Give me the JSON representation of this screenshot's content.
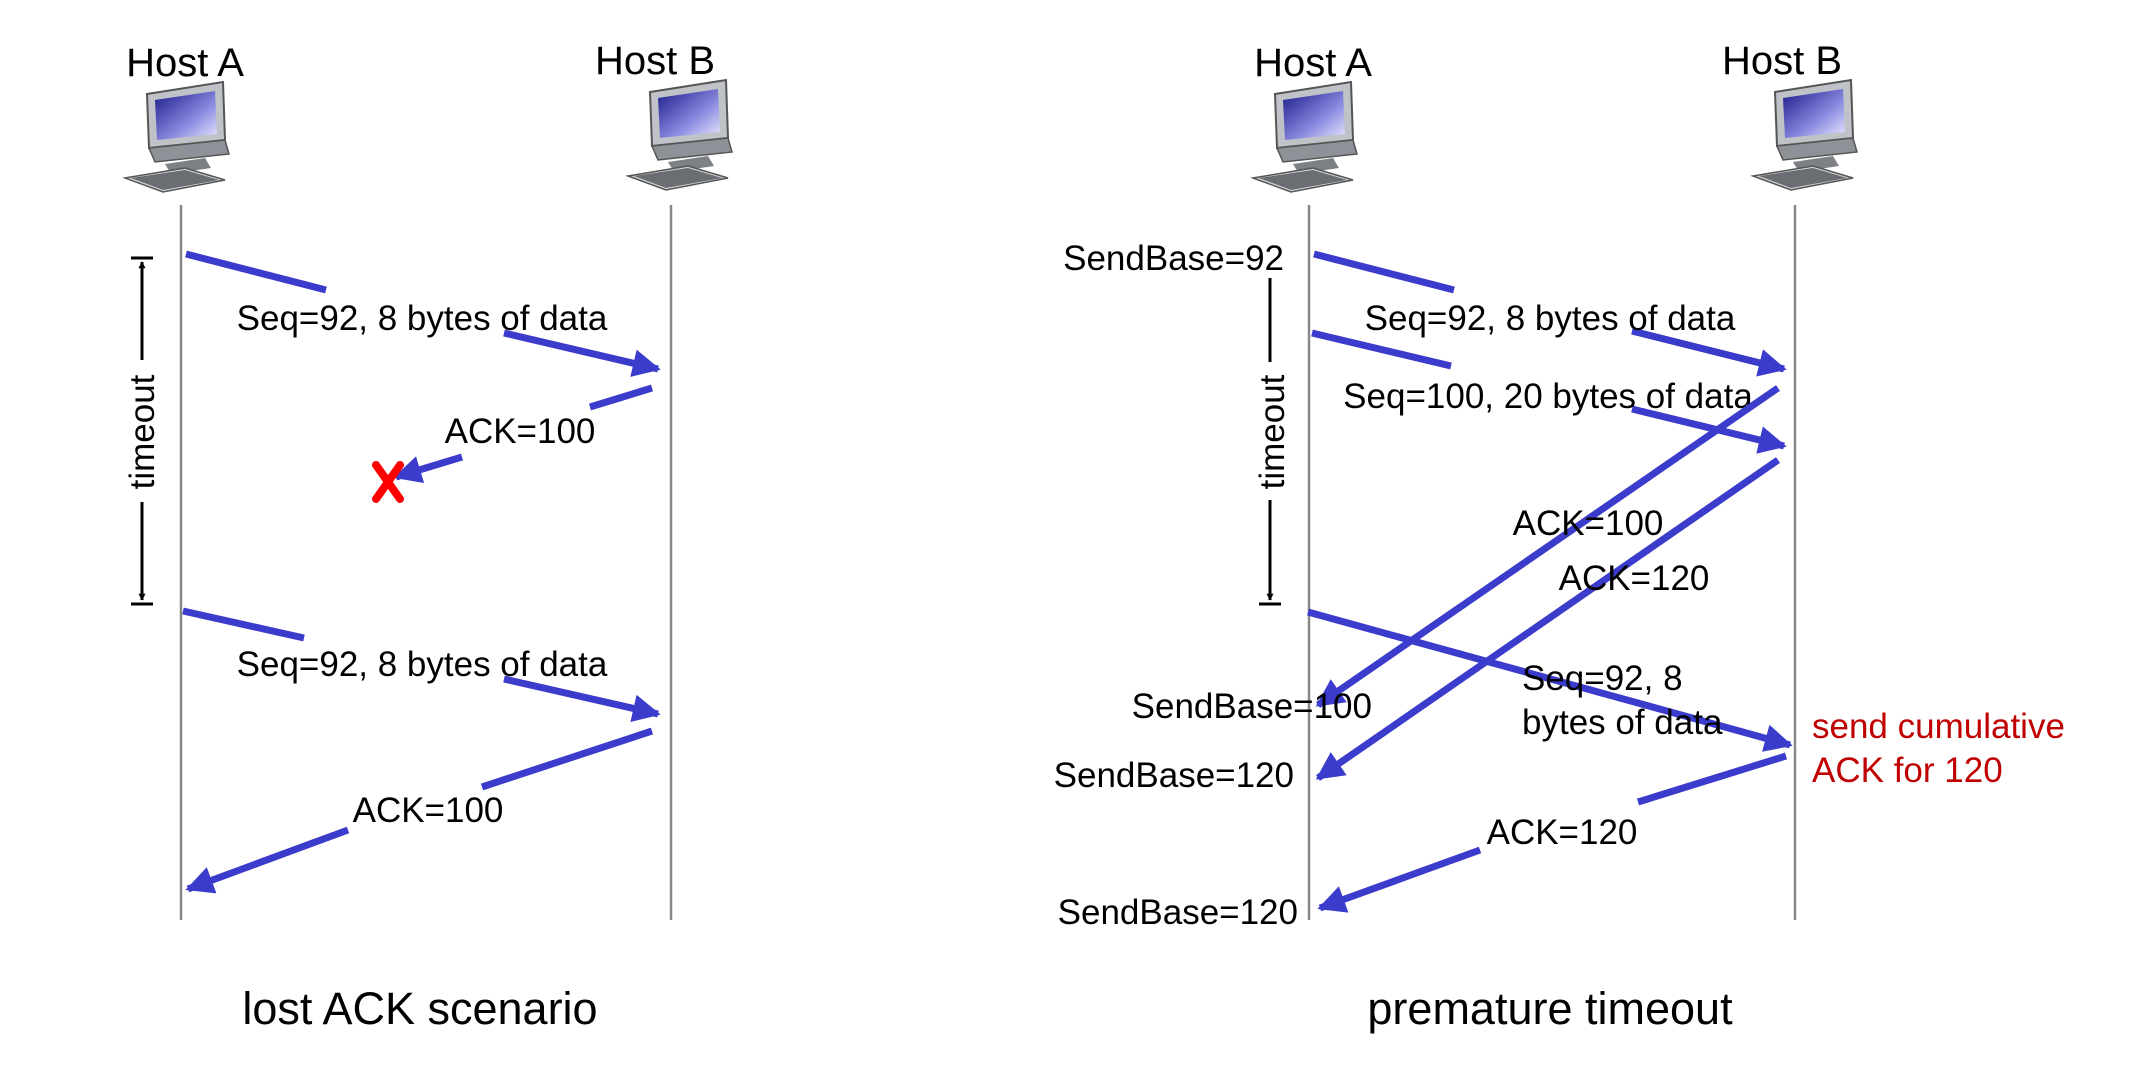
{
  "diagrams": [
    {
      "caption": "lost ACK scenario",
      "host_a": "Host A",
      "host_b": "Host B",
      "timeout_label": "timeout",
      "labels": {
        "seq1": "Seq=92, 8 bytes of data",
        "ack1": "ACK=100",
        "loss_mark": "X",
        "seq2": "Seq=92, 8 bytes of data",
        "ack2": "ACK=100"
      }
    },
    {
      "caption": "premature timeout",
      "host_a": "Host A",
      "host_b": "Host B",
      "timeout_label": "timeout",
      "labels": {
        "sendbase92": "SendBase=92",
        "seq1": "Seq=92, 8 bytes of data",
        "seq2": "Seq=100, 20 bytes of data",
        "ack100": "ACK=100",
        "ack120": "ACK=120",
        "seq3_line1": "Seq=92,  8",
        "seq3_line2": "bytes of data",
        "sendbase100": "SendBase=100",
        "sendbase120a": "SendBase=120",
        "ack120b": "ACK=120",
        "sendbase120b": "SendBase=120",
        "note_line1": "send cumulative",
        "note_line2": "ACK for 120"
      }
    }
  ],
  "colors": {
    "arrow": "#3b3bcc",
    "loss": "#ff0000",
    "note": "#c00000"
  },
  "icons": [
    "computer-icon"
  ]
}
